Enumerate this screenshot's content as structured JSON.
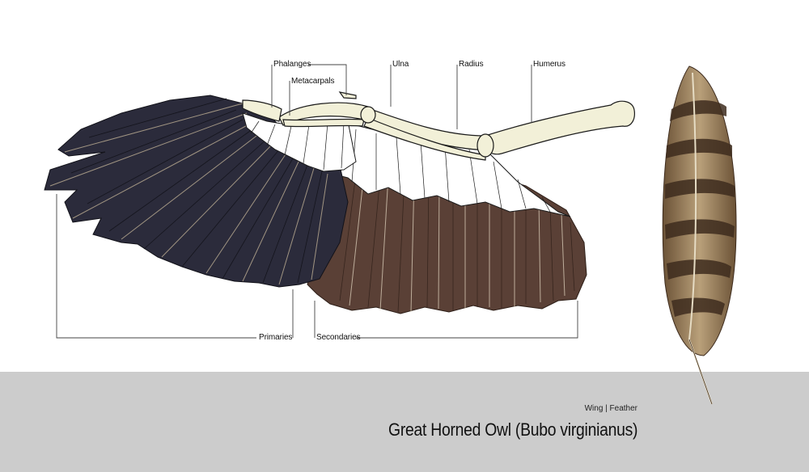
{
  "labels": {
    "phalanges": "Phalanges",
    "metacarpals": "Metacarpals",
    "ulna": "Ulna",
    "radius": "Radius",
    "humerus": "Humerus",
    "primaries": "Primaries",
    "secondaries": "Secondaries"
  },
  "caption": {
    "subtitle": "Wing | Feather",
    "title": "Great Horned Owl (Bubo virginianus)"
  },
  "colors": {
    "primaries": "#2b2b3b",
    "secondaries": "#5a4036",
    "bone": "#f2f0d8",
    "coverts": "#ffffff",
    "footer_band": "#cccccc",
    "feather_tan": "#a58a60",
    "feather_bar": "#3e2c1e"
  }
}
